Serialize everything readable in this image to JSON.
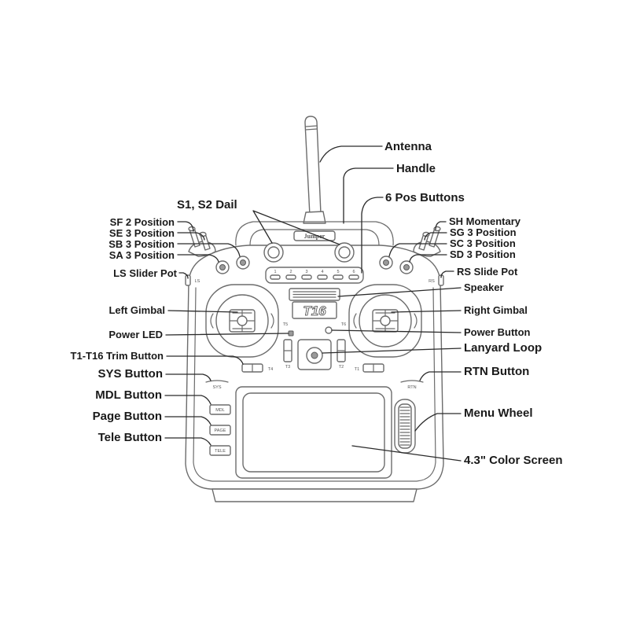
{
  "callouts": {
    "antenna": "Antenna",
    "handle": "Handle",
    "six_pos_buttons": "6 Pos Buttons",
    "s1_s2_dial": "S1, S2 Dail",
    "sf": "SF 2 Position",
    "se": "SE 3 Position",
    "sb": "SB 3 Position",
    "sa": "SA 3 Position",
    "ls_slider": "LS Slider Pot",
    "sh": "SH Momentary",
    "sg": "SG 3 Position",
    "sc": "SC 3 Position",
    "sd": "SD 3 Position",
    "rs_slider": "RS Slide Pot",
    "speaker": "Speaker",
    "left_gimbal": "Left Gimbal",
    "right_gimbal": "Right Gimbal",
    "power_led": "Power LED",
    "power_button": "Power Button",
    "lanyard_loop": "Lanyard Loop",
    "trim_buttons": "T1-T16 Trim Button",
    "sys_button": "SYS Button",
    "rtn_button": "RTN Button",
    "mdl_button": "MDL Button",
    "page_button": "Page Button",
    "menu_wheel": "Menu Wheel",
    "tele_button": "Tele Button",
    "color_screen": "4.3\" Color Screen"
  },
  "device": {
    "brand": "Jumper",
    "model": "T16",
    "pos_buttons": [
      "1",
      "2",
      "3",
      "4",
      "5",
      "6"
    ],
    "sys": "SYS",
    "rtn": "RTN",
    "mdl": "MDL",
    "page": "PAGE",
    "tele": "TELE",
    "trims": {
      "t1": "T1",
      "t2": "T2",
      "t3": "T3",
      "t4": "T4",
      "t5": "T5",
      "t6": "T6"
    },
    "ls": "LS",
    "rs": "RS"
  },
  "colors": {
    "leader_line": "#2a2a2a",
    "device_outline": "#6c6c6c",
    "background": "#ffffff"
  }
}
